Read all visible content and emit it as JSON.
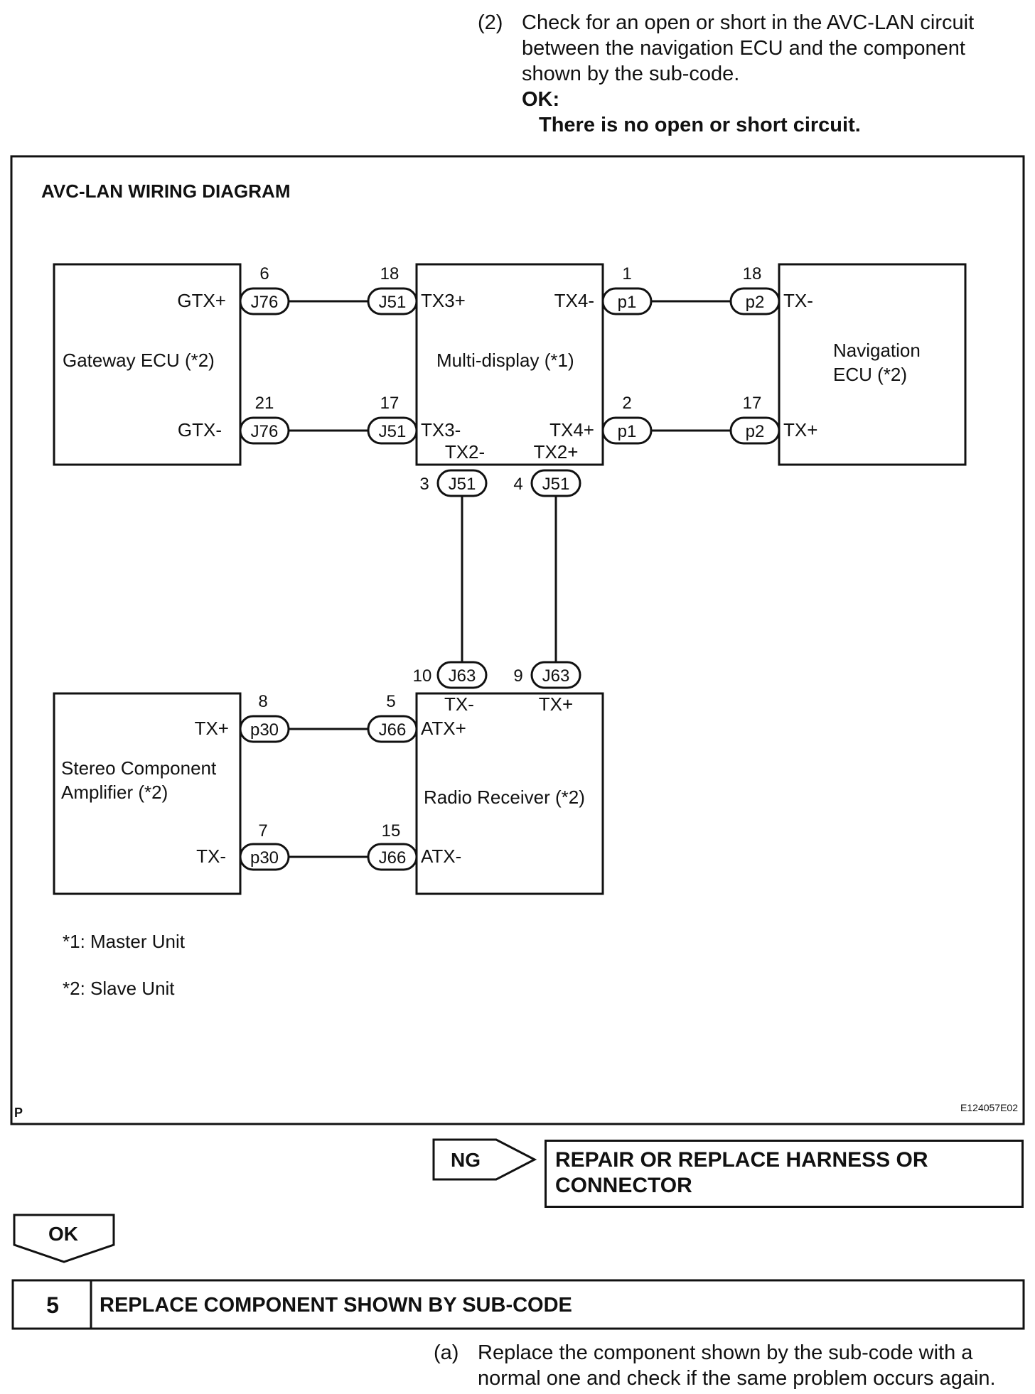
{
  "step_intro": {
    "number": "(2)",
    "lines": [
      "Check for an open or short in the AVC-LAN circuit",
      "between the navigation ECU and the component",
      "shown by the sub-code."
    ],
    "ok_label": "OK:",
    "ok_text": "There is no open or short circuit."
  },
  "diagram": {
    "title": "AVC-LAN WIRING DIAGRAM",
    "corner_left": "P",
    "corner_right": "E124057E02",
    "components": {
      "gateway": [
        "Gateway ECU (*2)"
      ],
      "multidisplay": [
        "Multi-display (*1)"
      ],
      "navigation": [
        "Navigation",
        "ECU (*2)"
      ],
      "amplifier": [
        "Stereo Component",
        "Amplifier (*2)"
      ],
      "radio": [
        "Radio Receiver (*2)"
      ]
    },
    "terminals": {
      "gtx_plus": "GTX+",
      "gtx_minus": "GTX-",
      "tx3_plus": "TX3+",
      "tx3_minus": "TX3-",
      "tx4_minus": "TX4-",
      "tx4_plus": "TX4+",
      "tx2_minus": "TX2-",
      "tx2_plus": "TX2+",
      "nav_tx_minus": "TX-",
      "nav_tx_plus": "TX+",
      "radio_tx_minus": "TX-",
      "radio_tx_plus": "TX+",
      "atx_plus": "ATX+",
      "atx_minus": "ATX-",
      "amp_tx_plus": "TX+",
      "amp_tx_minus": "TX-"
    },
    "connectors": {
      "j76_top": {
        "code": "J76",
        "pin": "6"
      },
      "j76_bot": {
        "code": "J76",
        "pin": "21"
      },
      "j51_top": {
        "code": "J51",
        "pin": "18"
      },
      "j51_bot": {
        "code": "J51",
        "pin": "17"
      },
      "p1_top": {
        "code": "p1",
        "pin": "1"
      },
      "p1_bot": {
        "code": "p1",
        "pin": "2"
      },
      "p2_top": {
        "code": "p2",
        "pin": "18"
      },
      "p2_bot": {
        "code": "p2",
        "pin": "17"
      },
      "j51_pin3": {
        "code": "J51",
        "pin": "3"
      },
      "j51_pin4": {
        "code": "J51",
        "pin": "4"
      },
      "j63_pin10": {
        "code": "J63",
        "pin": "10"
      },
      "j63_pin9": {
        "code": "J63",
        "pin": "9"
      },
      "p30_top": {
        "code": "p30",
        "pin": "8"
      },
      "p30_bot": {
        "code": "p30",
        "pin": "7"
      },
      "j66_top": {
        "code": "J66",
        "pin": "5"
      },
      "j66_bot": {
        "code": "J66",
        "pin": "15"
      }
    },
    "notes": [
      "*1: Master Unit",
      "*2: Slave Unit"
    ]
  },
  "flow": {
    "ng_label": "NG",
    "ng_action": [
      "REPAIR OR REPLACE HARNESS OR",
      "CONNECTOR"
    ],
    "ok_label": "OK"
  },
  "step5": {
    "number": "5",
    "title": "REPLACE COMPONENT SHOWN BY SUB-CODE",
    "item_label": "(a)",
    "item_lines": [
      "Replace the component shown by the sub-code with a",
      "normal one and check if the same problem occurs again."
    ]
  }
}
